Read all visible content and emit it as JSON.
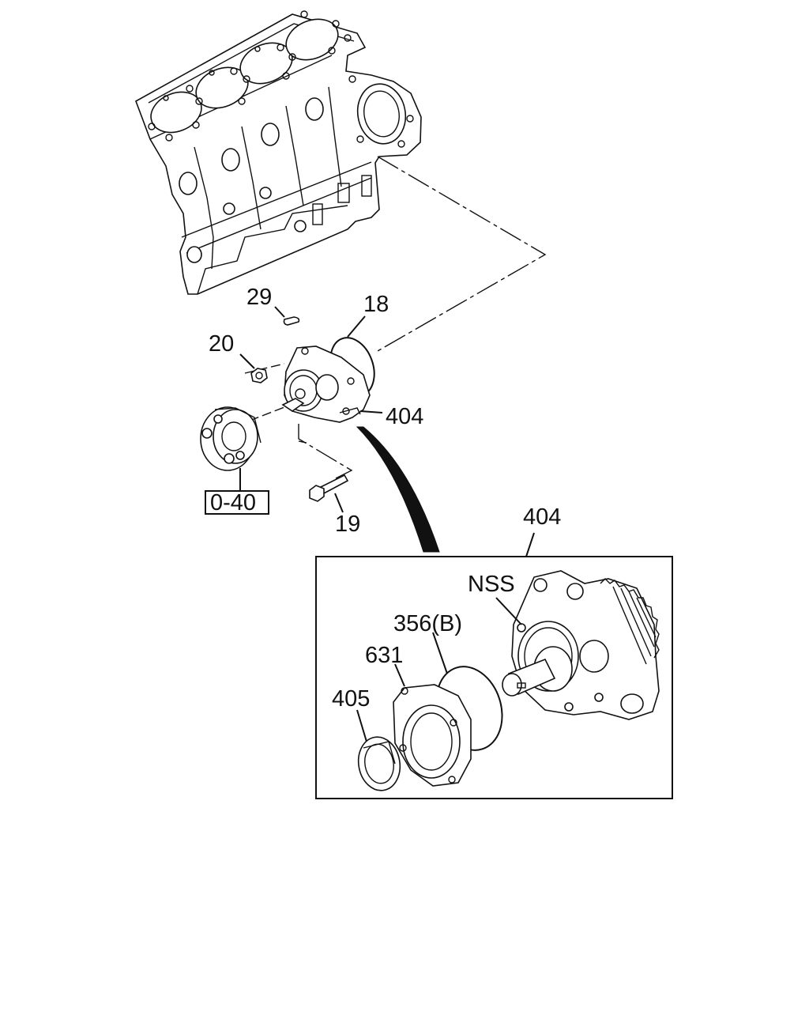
{
  "labels": {
    "p29": "29",
    "p18": "18",
    "p20": "20",
    "p404_main": "404",
    "ref_0_40": "0-40",
    "p19": "19",
    "p404_detail": "404",
    "nss": "NSS",
    "p356b": "356(B)",
    "p631": "631",
    "p405": "405"
  }
}
